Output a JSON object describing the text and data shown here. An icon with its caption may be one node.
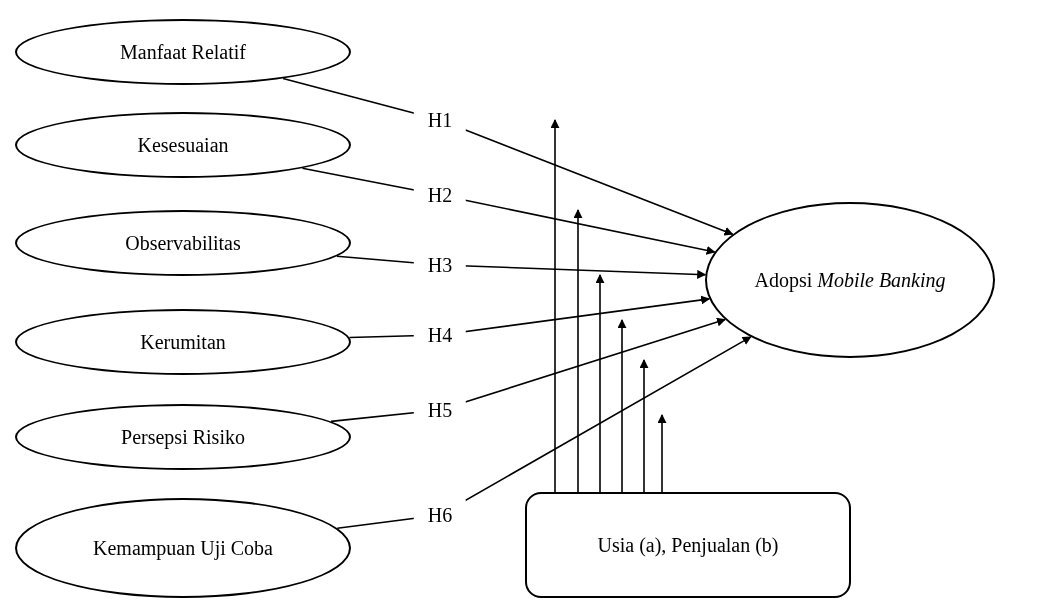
{
  "diagram": {
    "nodes": [
      {
        "text": [
          "Manfaat Relatif"
        ]
      },
      {
        "text": [
          "Kesesuaian"
        ]
      },
      {
        "text": [
          "Observabilitas"
        ]
      },
      {
        "text": [
          "Kerumitan"
        ]
      },
      {
        "text": [
          "Persepsi Risiko"
        ]
      },
      {
        "text": [
          "Kemampuan Uji Coba"
        ]
      },
      {
        "text": [
          "Adopsi *Mobile Banking*"
        ]
      },
      {
        "text": [
          "Usia (a), Penjualan (b)"
        ]
      }
    ],
    "edges": [
      {
        "from": 0,
        "to": 6,
        "arrow": "to",
        "label": "H1"
      },
      {
        "from": 1,
        "to": 6,
        "arrow": "to",
        "label": "H2"
      },
      {
        "from": 2,
        "to": 6,
        "arrow": "to",
        "label": "H3"
      },
      {
        "from": 3,
        "to": 6,
        "arrow": "to",
        "label": "H4"
      },
      {
        "from": 4,
        "to": 6,
        "arrow": "to",
        "label": "H5"
      },
      {
        "from": 5,
        "to": 6,
        "arrow": "to",
        "label": "H6"
      },
      {
        "from": 7,
        "to": null,
        "arrow": "to"
      },
      {
        "from": 7,
        "to": null,
        "arrow": "to"
      },
      {
        "from": 7,
        "to": null,
        "arrow": "to"
      },
      {
        "from": 7,
        "to": null,
        "arrow": "to"
      },
      {
        "from": 7,
        "to": null,
        "arrow": "to"
      },
      {
        "from": 7,
        "to": null,
        "arrow": "to"
      }
    ]
  }
}
